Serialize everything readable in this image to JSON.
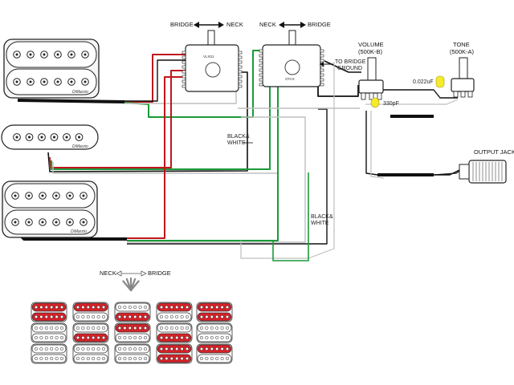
{
  "labels": {
    "sw1_bridge": "BRIDGE",
    "sw1_neck": "NECK",
    "sw2_neck": "NECK",
    "sw2_bridge": "BRIDGE",
    "sw1_part": "VLX01",
    "sw2_part": "OTAX",
    "to_bridge_ground": [
      "TO BRIDGE",
      "GROUND"
    ],
    "volume_title": "VOLUME",
    "volume_value": "(500K-B)",
    "tone_title": "TONE",
    "tone_value": "(500K-A)",
    "tone_cap": "0.022uF",
    "treble_cap": "330pF",
    "output_jack": "OUTPUT JACK",
    "wires_upper": [
      "BLACK&",
      "WHITE"
    ],
    "wires_lower": [
      "BLACK&",
      "WHITE"
    ],
    "brand": "DiMarzio",
    "legend_neck": "NECK",
    "legend_bridge": "BRIDGE"
  },
  "colors": {
    "wire_black": "#111111",
    "wire_red": "#c0171b",
    "wire_green": "#1a9a3a",
    "wire_white": "#bfbfbf",
    "active_coil": "#d62027",
    "tone_cap": "#f4ec2b",
    "treble_cap": "#f4ec2b"
  },
  "switch_positions": [
    [
      "HH",
      "HS",
      "SH",
      "HS",
      "HH"
    ],
    [
      "SS",
      "SH",
      "HS",
      "SH",
      "SS"
    ],
    [
      "SS",
      "SS",
      "SS",
      "HH",
      "HS"
    ]
  ]
}
